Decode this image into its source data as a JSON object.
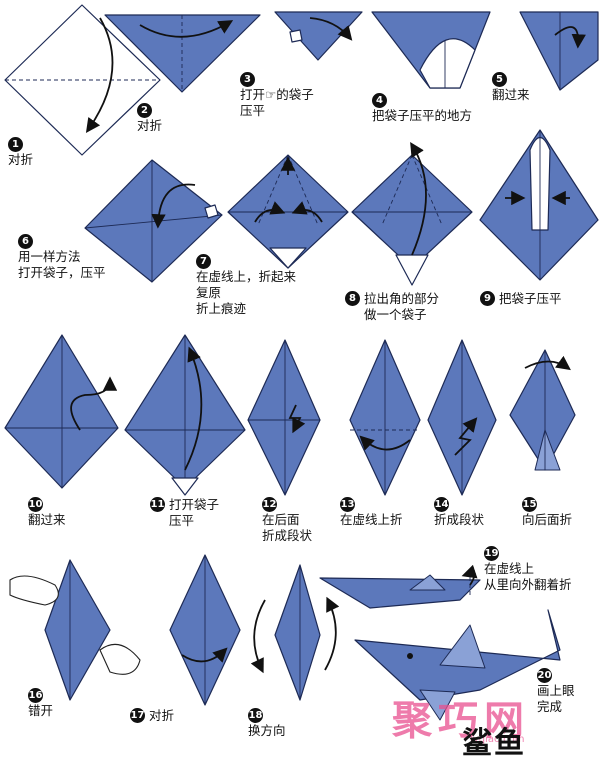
{
  "title": "鲨鱼",
  "watermark": {
    "text": "聚巧网",
    "url": "jvqiao.com"
  },
  "colors": {
    "paper": "#5c78bb",
    "line": "#1d2a55",
    "watermark": "#e9508f"
  },
  "steps": [
    {
      "num": "1",
      "text": "对折"
    },
    {
      "num": "2",
      "text": "对折"
    },
    {
      "num": "3",
      "text_before": "打开",
      "icon": "hand-pointer-icon",
      "text_after": "的袋子\n压平"
    },
    {
      "num": "4",
      "text": "把袋子压平的地方"
    },
    {
      "num": "5",
      "text": "翻过来"
    },
    {
      "num": "6",
      "text": "用一样方法\n打开袋子，压平"
    },
    {
      "num": "7",
      "text": "在虚线上，折起来\n复原\n折上痕迹"
    },
    {
      "num": "8",
      "text": "拉出角的部分\n做一个袋子"
    },
    {
      "num": "9",
      "text": "把袋子压平"
    },
    {
      "num": "10",
      "text": "翻过来"
    },
    {
      "num": "11",
      "text": "打开袋子\n压平"
    },
    {
      "num": "12",
      "text": "在后面\n折成段状"
    },
    {
      "num": "13",
      "text": "在虚线上折"
    },
    {
      "num": "14",
      "text": "折成段状"
    },
    {
      "num": "15",
      "text": "向后面折"
    },
    {
      "num": "16",
      "text": "错开"
    },
    {
      "num": "17",
      "text": "对折"
    },
    {
      "num": "18",
      "text": "换方向"
    },
    {
      "num": "19",
      "text": "在虚线上\n从里向外翻着折"
    },
    {
      "num": "20",
      "text": "画上眼\n完成"
    }
  ]
}
